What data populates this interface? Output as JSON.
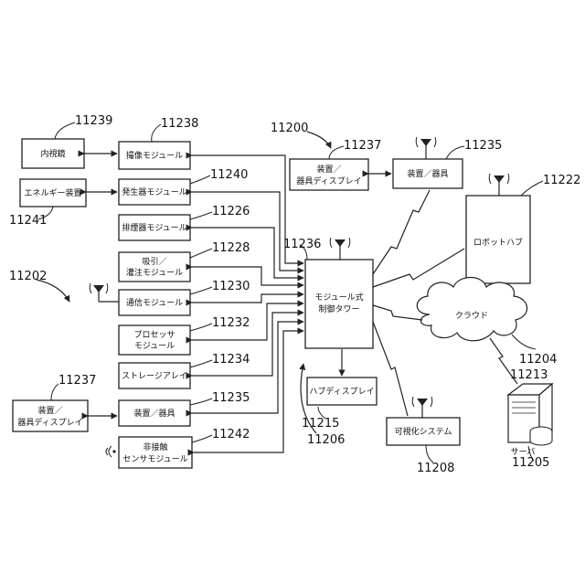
{
  "refs": {
    "r11239": "11239",
    "r11238": "11238",
    "r11240": "11240",
    "r11241": "11241",
    "r11226": "11226",
    "r11228": "11228",
    "r11202": "11202",
    "r11230": "11230",
    "r11232": "11232",
    "r11234": "11234",
    "r11237a": "11237",
    "r11235a": "11235",
    "r11242": "11242",
    "r11200": "11200",
    "r11237b": "11237",
    "r11235b": "11235",
    "r11222": "11222",
    "r11236": "11236",
    "r11204": "11204",
    "r11213": "11213",
    "r11215": "11215",
    "r11206": "11206",
    "r11208": "11208",
    "r11205": "11205"
  },
  "boxes": {
    "endoscope": "内視鏡",
    "imaging_module": "撮像モジュール",
    "energy_device": "エネルギー装置",
    "generator_module": "発生器モジュール",
    "smoke_module": "排煙器モジュール",
    "suction_line1": "吸引／",
    "suction_line2": "灌注モジュール",
    "comm_module": "通信モジュール",
    "processor_line1": "プロセッサ",
    "processor_line2": "モジュール",
    "storage_array": "ストレージアレイ",
    "device_left_line1": "装置／",
    "device_left_line2": "器具ディスプレイ",
    "device_instrument_left": "装置／器具",
    "noncontact_line1": "非接触",
    "noncontact_line2": "センサモジュール",
    "device_top_line1": "装置／",
    "device_top_line2": "器具ディスプレイ",
    "device_instrument_top": "装置／器具",
    "robot_hub": "ロボットハブ",
    "tower_line1": "モジュール式",
    "tower_line2": "制御タワー",
    "cloud": "クラウド",
    "hub_display": "ハブディスプレイ",
    "visualization": "可視化システム",
    "server": "サーバ"
  }
}
